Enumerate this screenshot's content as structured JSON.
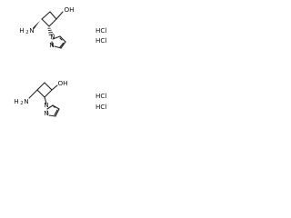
{
  "diagram": {
    "structures": [
      {
        "labels": {
          "hydroxyl": "OH",
          "amine_h": "H",
          "amine_n": "N",
          "amine_sub": "2",
          "pyrazole_n1": "N",
          "pyrazole_n2": "N"
        },
        "salts": [
          "HCl",
          "HCl"
        ]
      },
      {
        "labels": {
          "hydroxyl": "OH",
          "amine_h": "H",
          "amine_n": "N",
          "amine_sub": "2",
          "pyrazole_n1": "N",
          "pyrazole_n2": "N"
        },
        "salts": [
          "HCl",
          "HCl"
        ]
      }
    ]
  }
}
